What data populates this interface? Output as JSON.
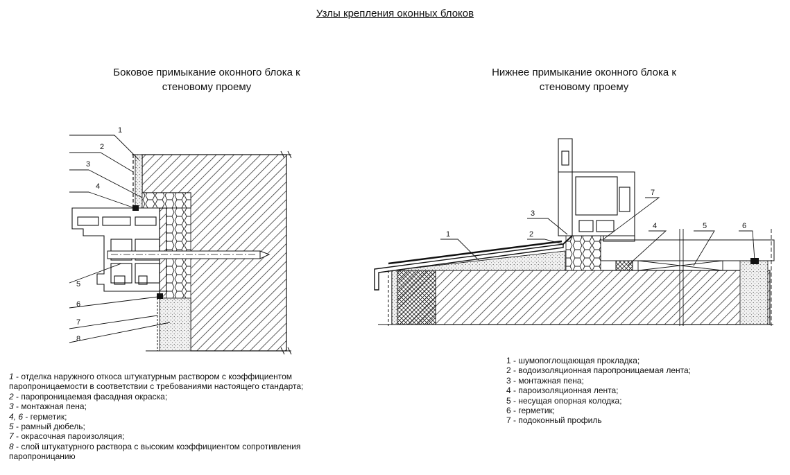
{
  "title": "Узлы крепления оконных блоков",
  "left_view": {
    "title_lines": [
      "Боковое примыкание оконного блока к",
      "стеновому проему"
    ],
    "callouts": [
      "1",
      "2",
      "3",
      "4",
      "5",
      "6",
      "7",
      "8"
    ],
    "legend": [
      {
        "num": "1",
        "text": " - отделка наружного откоса штукатурным раствором с коэффициентом паропроницаемости в соответствии с требованиями настоящего стандарта;"
      },
      {
        "num": "2",
        "text": " - паропроницаемая фасадная окраска;"
      },
      {
        "num": "3",
        "text": " - монтажная пена;"
      },
      {
        "num": "4, 6",
        "text": " - герметик;"
      },
      {
        "num": "5",
        "text": " - рамный дюбель;"
      },
      {
        "num": "7",
        "text": " - окрасочная пароизоляция;"
      },
      {
        "num": "8",
        "text": " - слой штукатурного раствора с высоким коэффициентом сопротивления паропроницанию"
      }
    ]
  },
  "right_view": {
    "title_lines": [
      "Нижнее примыкание оконного блока к",
      "стеновому проему"
    ],
    "callouts": [
      "1",
      "2",
      "3",
      "4",
      "5",
      "6",
      "7"
    ],
    "legend": [
      "1 - шумопоглощающая прокладка;",
      "2 - водоизоляционная паропроницаемая лента;",
      "3 - монтажная пена;",
      "4 - пароизоляционная лента;",
      "5 - несущая опорная колодка;",
      "6 - герметик;",
      "7 - подоконный профиль"
    ]
  },
  "colors": {
    "line": "#111111",
    "hatch": "#333333",
    "plaster": "#eeeeee"
  }
}
